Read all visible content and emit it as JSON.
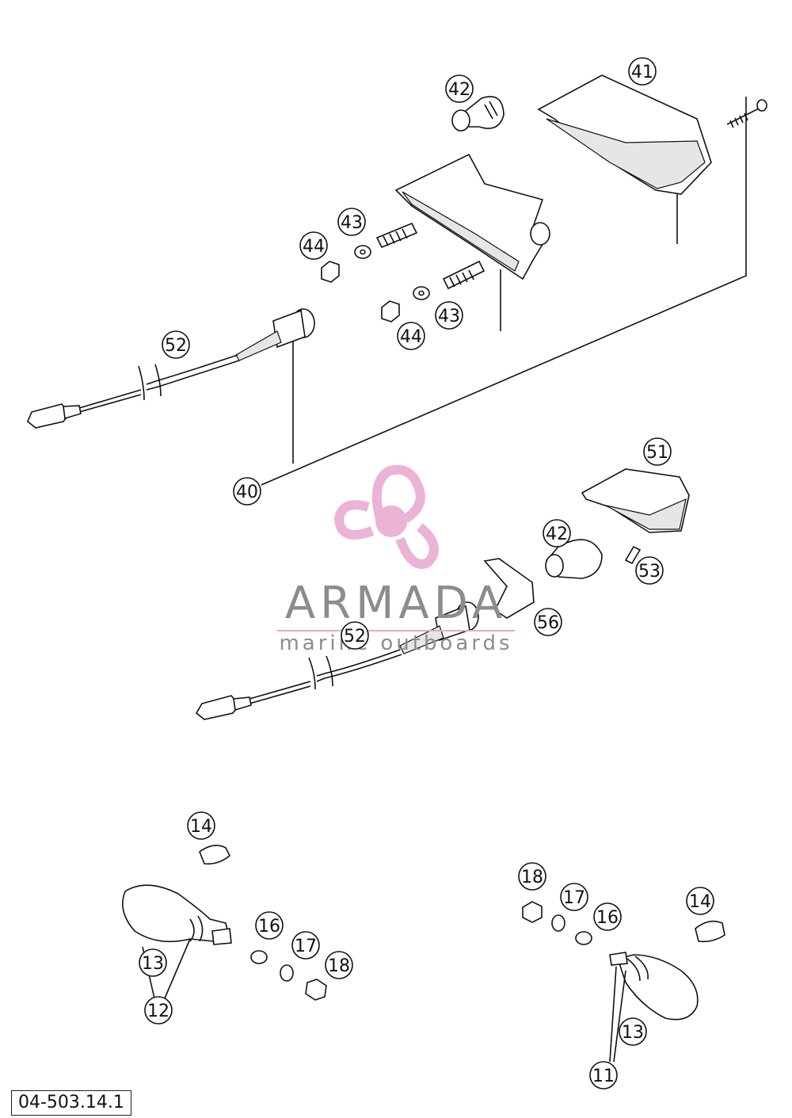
{
  "drawing_code": "04-503.14.1",
  "watermark": {
    "brand": "ARMADA",
    "tagline": "marine outboards",
    "colors": {
      "logo_pink": "#e8a6cf",
      "logo_pink_dark": "#d47fb4",
      "text_grey": "#8c8c8c"
    }
  },
  "callouts": [
    {
      "id": "c41",
      "text": "41"
    },
    {
      "id": "c42a",
      "text": "42"
    },
    {
      "id": "c43a",
      "text": "43"
    },
    {
      "id": "c44a",
      "text": "44"
    },
    {
      "id": "c43b",
      "text": "43"
    },
    {
      "id": "c44b",
      "text": "44"
    },
    {
      "id": "c52a",
      "text": "52"
    },
    {
      "id": "c40",
      "text": "40"
    },
    {
      "id": "c51",
      "text": "51"
    },
    {
      "id": "c42b",
      "text": "42"
    },
    {
      "id": "c53",
      "text": "53"
    },
    {
      "id": "c56",
      "text": "56"
    },
    {
      "id": "c52b",
      "text": "52"
    },
    {
      "id": "c14a",
      "text": "14"
    },
    {
      "id": "c13a",
      "text": "13"
    },
    {
      "id": "c12",
      "text": "12"
    },
    {
      "id": "c16a",
      "text": "16"
    },
    {
      "id": "c17a",
      "text": "17"
    },
    {
      "id": "c18a",
      "text": "18"
    },
    {
      "id": "c18b",
      "text": "18"
    },
    {
      "id": "c17b",
      "text": "17"
    },
    {
      "id": "c16b",
      "text": "16"
    },
    {
      "id": "c14b",
      "text": "14"
    },
    {
      "id": "c13b",
      "text": "13"
    },
    {
      "id": "c11",
      "text": "11"
    }
  ]
}
